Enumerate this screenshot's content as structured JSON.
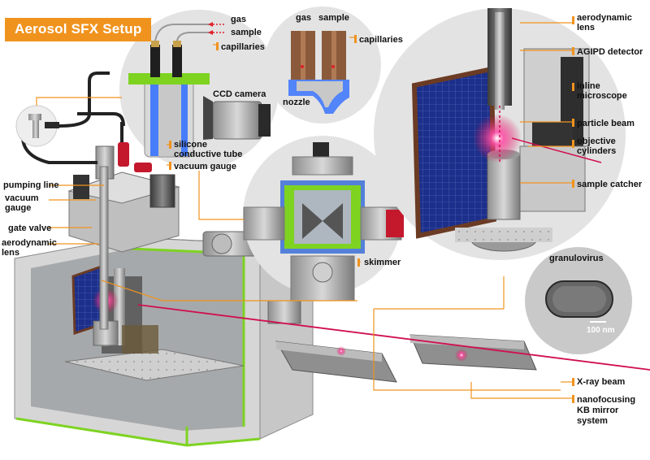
{
  "title": "Aerosol SFX Setup",
  "colors": {
    "accent": "#f0931e",
    "beam": "#d0104f",
    "green": "#7ed321",
    "blue_detector": "#1c2f8a",
    "circle_bg": "#e3e3e3",
    "gas_arrow": "#e0202a"
  },
  "labels": {
    "gas": "gas",
    "sample": "sample",
    "capillaries_top": "capillaries",
    "gas_small": "gas",
    "sample_small": "sample",
    "capillaries_small": "capillaries",
    "nozzle": "nozzle",
    "ccd_camera": "CCD camera",
    "silicone_tube": "silicone conductive tube",
    "vacuum_gauge_top": "vacuum gauge",
    "pumping_line": "pumping line",
    "vacuum_gauge_left": "vacuum gauge",
    "gate_valve": "gate valve",
    "aerodynamic_lens_left": "aerodynamic lens",
    "skimmer": "skimmer",
    "aerodynamic_lens_right": "aerodynamic lens",
    "agipd_detector": "AGIPD detector",
    "inline_microscope": "inline microscope",
    "particle_beam": "particle beam",
    "objective_cylinders": "objective cylinders",
    "sample_catcher": "sample catcher",
    "granulovirus": "granulovirus",
    "scale_bar": "100 nm",
    "xray_beam": "X-ray beam",
    "kb_mirror": "nanofocusing KB mirror system"
  }
}
